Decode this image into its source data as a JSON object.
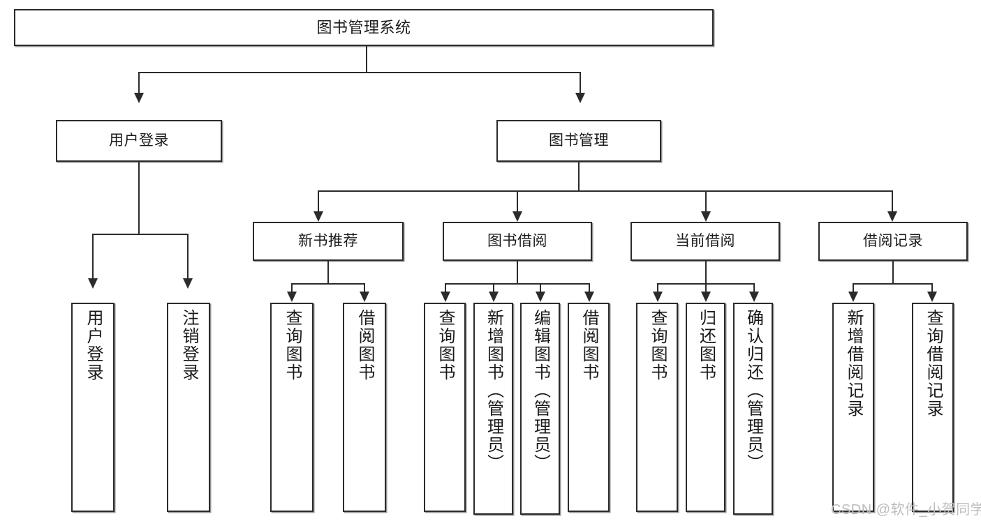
{
  "diagram": {
    "type": "tree-hierarchy",
    "title": "图书管理系统",
    "watermark": "CSDN @软件_小贺同学",
    "colors": {
      "background": "#ffffff",
      "box_border": "#2b2b2b",
      "box_fill": "#ffffff",
      "connector": "#2b2b2b",
      "text": "#1a1a1a",
      "watermark": "#bdbdbd"
    },
    "nodes": {
      "root": {
        "label": "图书管理系统",
        "level": 1
      },
      "level2": [
        {
          "id": "user-login",
          "label": "用户登录"
        },
        {
          "id": "book-manage",
          "label": "图书管理"
        }
      ],
      "level3": [
        {
          "id": "new-book-rec",
          "label": "新书推荐",
          "parent": "book-manage"
        },
        {
          "id": "book-borrow",
          "label": "图书借阅",
          "parent": "book-manage"
        },
        {
          "id": "current-borrow",
          "label": "当前借阅",
          "parent": "book-manage"
        },
        {
          "id": "borrow-record",
          "label": "借阅记录",
          "parent": "book-manage"
        }
      ],
      "leaves": [
        {
          "id": "leaf-user-login",
          "label": "用户登录",
          "parent": "user-login"
        },
        {
          "id": "leaf-user-logout",
          "label": "注销登录",
          "parent": "user-login"
        },
        {
          "id": "leaf-query-book-1",
          "label": "查询图书",
          "parent": "new-book-rec"
        },
        {
          "id": "leaf-borrow-book-1",
          "label": "借阅图书",
          "parent": "new-book-rec"
        },
        {
          "id": "leaf-query-book-2",
          "label": "查询图书",
          "parent": "book-borrow"
        },
        {
          "id": "leaf-add-book",
          "label": "新增图书（管理员）",
          "parent": "book-borrow"
        },
        {
          "id": "leaf-edit-book",
          "label": "编辑图书（管理员）",
          "parent": "book-borrow"
        },
        {
          "id": "leaf-borrow-book-2",
          "label": "借阅图书",
          "parent": "book-borrow"
        },
        {
          "id": "leaf-query-book-3",
          "label": "查询图书",
          "parent": "current-borrow"
        },
        {
          "id": "leaf-return-book",
          "label": "归还图书",
          "parent": "current-borrow"
        },
        {
          "id": "leaf-confirm-return",
          "label": "确认归还（管理员）",
          "parent": "current-borrow"
        },
        {
          "id": "leaf-add-record",
          "label": "新增借阅记录",
          "parent": "borrow-record"
        },
        {
          "id": "leaf-query-record",
          "label": "查询借阅记录",
          "parent": "borrow-record"
        }
      ]
    }
  }
}
